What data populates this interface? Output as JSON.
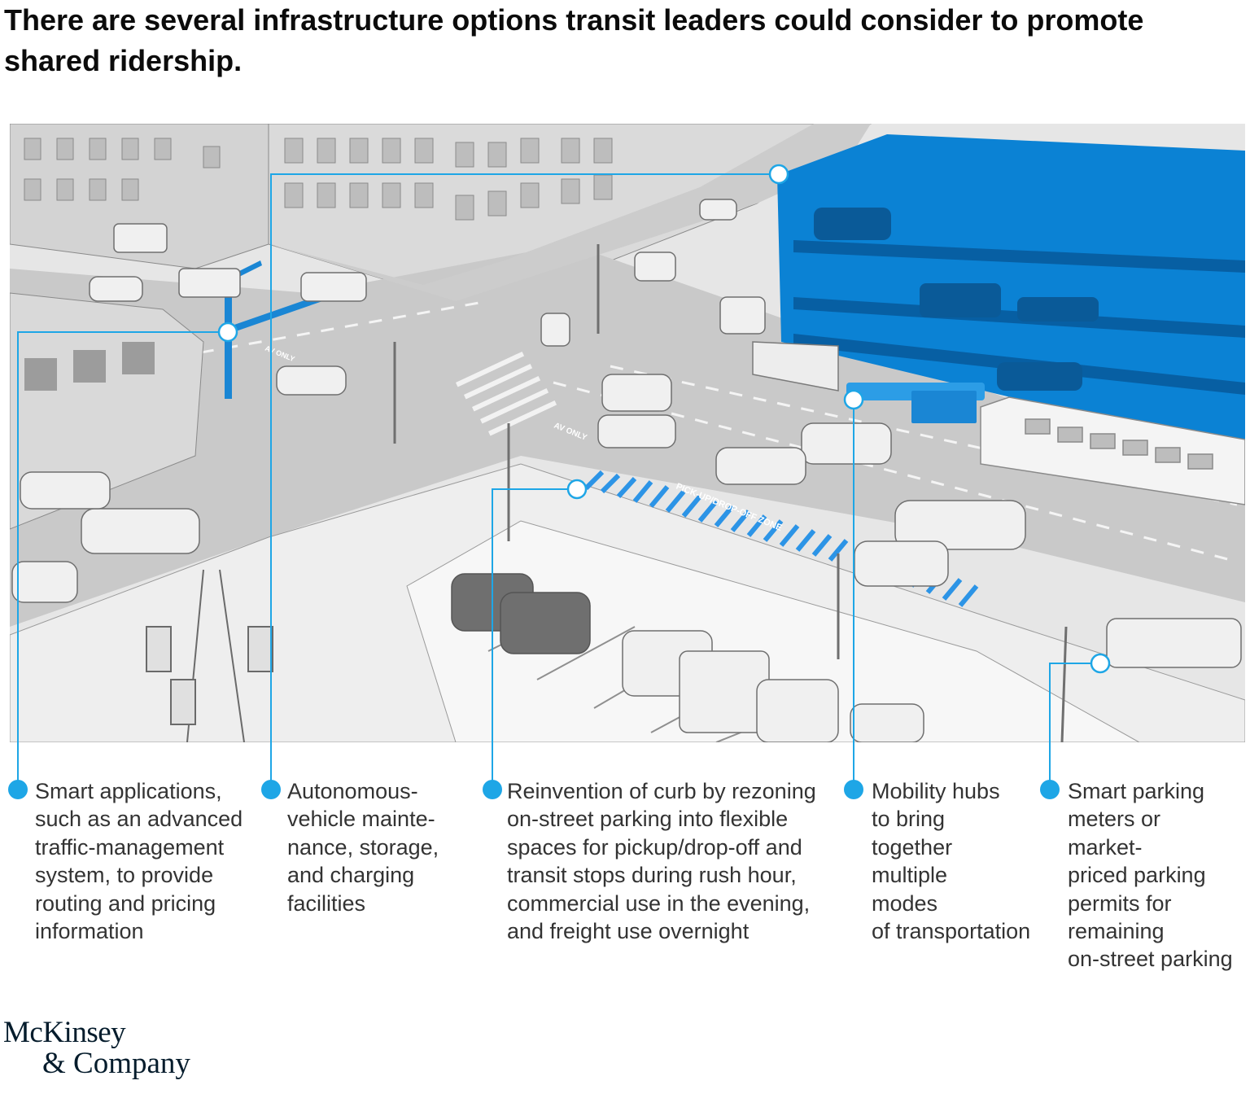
{
  "title": "There are several infrastructure options transit leaders could consider to promote shared ridership.",
  "colors": {
    "accent": "#1ea6e6",
    "highlight": "#0b7fd0",
    "text": "#333333",
    "title": "#0b0b0b",
    "brand": "#051c2c"
  },
  "illustration": {
    "street_text": [
      "AV ONLY",
      "AV ONLY",
      "PICK-UP/DROP-OFF ZONE"
    ]
  },
  "callouts": [
    {
      "text": "Smart applications,\nsuch as an advanced\ntraffic-management\nsystem, to provide\nrouting and pricing\ninformation"
    },
    {
      "text": "Autonomous-\nvehicle mainte-\nnance, storage,\nand charging\nfacilities"
    },
    {
      "text": "Reinvention of curb by rezoning\non-street parking into flexible\nspaces for pickup/drop-off and\ntransit stops during rush hour,\ncommercial use in the evening,\nand freight use overnight"
    },
    {
      "text": "Mobility hubs\nto bring\ntogether\nmultiple\nmodes\nof transportation"
    },
    {
      "text": "Smart parking\nmeters or\nmarket-\npriced parking\npermits for\nremaining\non-street parking"
    }
  ],
  "logo": {
    "line1": "McKinsey",
    "line2": "& Company"
  }
}
